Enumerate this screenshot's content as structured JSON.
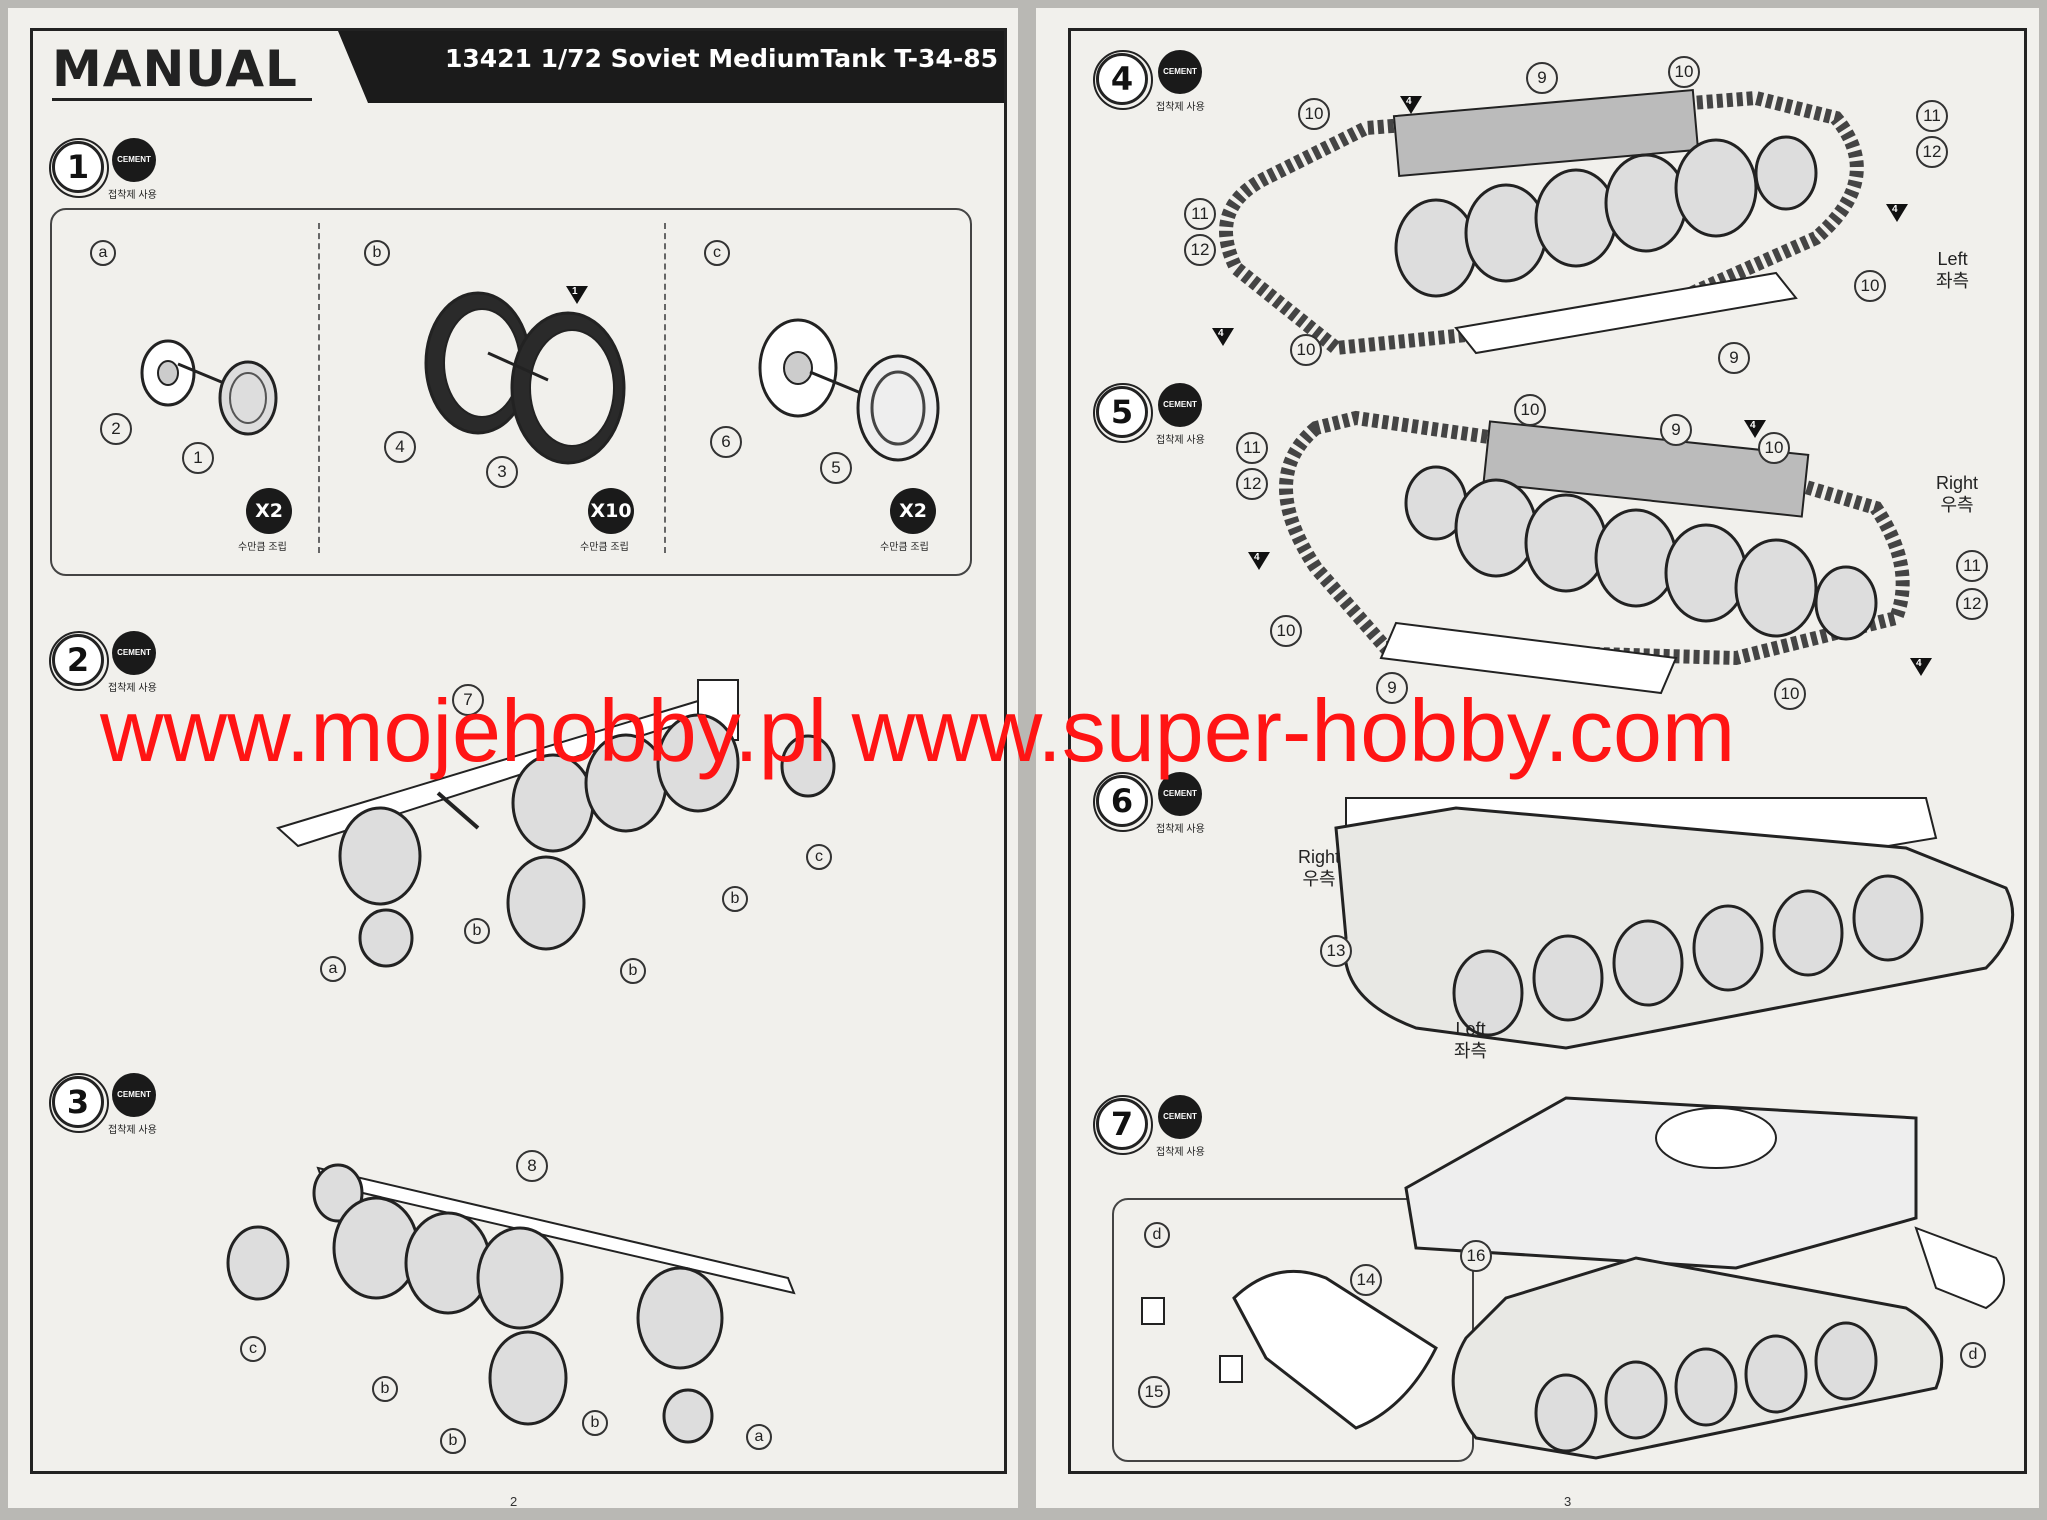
{
  "header": {
    "manual_label": "MANUAL",
    "kit_title": "13421 1/72 Soviet MediumTank T-34-85"
  },
  "cement": {
    "badge": "CEMENT",
    "note": "접착제 사용"
  },
  "steps": [
    {
      "number": "1"
    },
    {
      "number": "2"
    },
    {
      "number": "3"
    },
    {
      "number": "4"
    },
    {
      "number": "5"
    },
    {
      "number": "6"
    },
    {
      "number": "7"
    }
  ],
  "step1": {
    "panels": [
      {
        "label": "a",
        "parts": [
          "2",
          "1"
        ],
        "qty": "X2",
        "qty_note": "수만큼 조립"
      },
      {
        "label": "b",
        "parts": [
          "4",
          "3"
        ],
        "qty": "X10",
        "qty_note": "수만큼 조립"
      },
      {
        "label": "c",
        "parts": [
          "6",
          "5"
        ],
        "qty": "X2",
        "qty_note": "수만큼 조립"
      }
    ],
    "marker": "1"
  },
  "step2": {
    "part": "7",
    "subs": [
      "b",
      "a",
      "b",
      "b",
      "c"
    ]
  },
  "step3": {
    "part": "8",
    "subs": [
      "c",
      "b",
      "b",
      "b",
      "a"
    ]
  },
  "step4": {
    "parts": [
      "9",
      "10",
      "10",
      "11",
      "12",
      "11",
      "12",
      "10",
      "10",
      "9"
    ],
    "marker": "4",
    "side": "Left",
    "side_ko": "좌측"
  },
  "step5": {
    "parts": [
      "10",
      "9",
      "10",
      "11",
      "12",
      "10",
      "9",
      "10",
      "11",
      "12"
    ],
    "marker": "4",
    "side": "Right",
    "side_ko": "우측"
  },
  "step6": {
    "part": "13",
    "right": "Right",
    "right_ko": "우측",
    "left": "Left",
    "left_ko": "좌측"
  },
  "step7": {
    "sub": "d",
    "parts": [
      "14",
      "15",
      "16"
    ],
    "sub_end": "d"
  },
  "pages": {
    "left": "2",
    "right": "3"
  },
  "watermark": "www.mojehobby.pl www.super-hobby.com"
}
